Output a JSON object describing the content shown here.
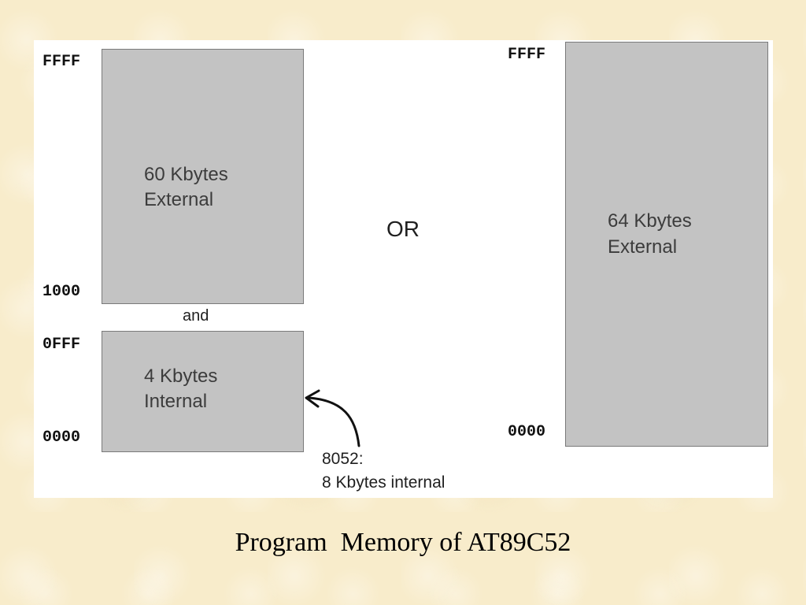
{
  "diagram": {
    "left_map": {
      "upper_block": {
        "top_address": "FFFF",
        "bottom_address": "1000",
        "label_line1": "60 Kbytes",
        "label_line2": "External"
      },
      "connector": "and",
      "lower_block": {
        "top_address": "0FFF",
        "bottom_address": "0000",
        "label_line1": "4 Kbytes",
        "label_line2": "Internal"
      },
      "note_line1": "8052:",
      "note_line2": "8 Kbytes internal"
    },
    "separator": "OR",
    "right_map": {
      "top_address": "FFFF",
      "bottom_address": "0000",
      "label_line1": "64 Kbytes",
      "label_line2": "External"
    }
  },
  "caption": "Program  Memory of AT89C52",
  "colors": {
    "background": "#f8eccb",
    "panel": "#ffffff",
    "block_fill": "#c3c3c3",
    "block_border": "#7a7a7a",
    "arrow": "#111111"
  }
}
